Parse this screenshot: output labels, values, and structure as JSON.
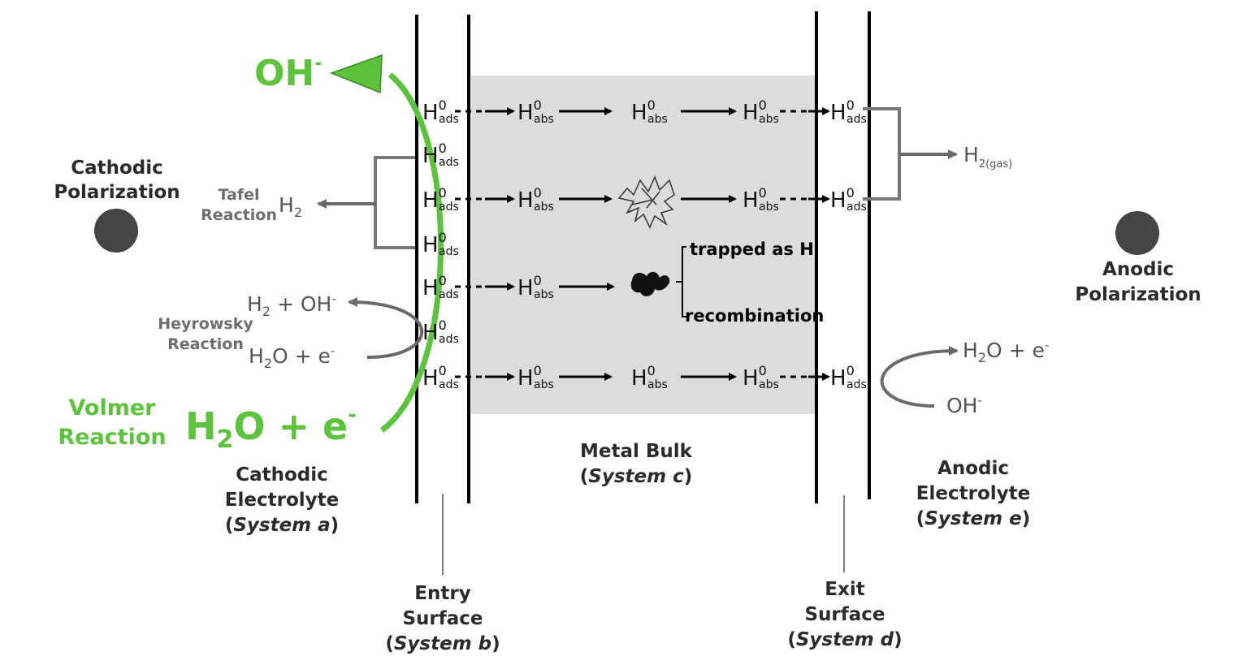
{
  "left_pole": {
    "title_line1": "Cathodic",
    "title_line2": "Polarization"
  },
  "right_pole": {
    "title_line1": "Anodic",
    "title_line2": "Polarization"
  },
  "tafel": {
    "line1": "Tafel",
    "line2": "Reaction",
    "product": "H",
    "product_sub": "2"
  },
  "heyrowsky": {
    "line1": "Heyrowsky",
    "line2": "Reaction",
    "product": "H",
    "product_sub": "2",
    "product_rest": " + OH",
    "product_sup": "-",
    "reactant": "H",
    "reactant_sub": "2",
    "reactant_rest": "O + e",
    "reactant_sup": "-"
  },
  "volmer": {
    "line1": "Volmer",
    "line2": "Reaction",
    "reactant": "H",
    "reactant_sub": "2",
    "reactant_rest": "O + e",
    "reactant_sup": "-",
    "product": "OH",
    "product_sup": "-"
  },
  "species": {
    "symbol": "H",
    "sup": "0",
    "ads": "ads",
    "abs": "abs"
  },
  "trapping": {
    "upper": "trapped as H",
    "lower": "recombination"
  },
  "exit_gas": {
    "symbol": "H",
    "sub": "2(gas)"
  },
  "anodic_reaction": {
    "product": "H",
    "product_sub": "2",
    "product_rest": "O + e",
    "product_sup": "-",
    "reactant": "OH",
    "reactant_sup": "-"
  },
  "regions": {
    "cathodic_electrolyte": {
      "line1": "Cathodic",
      "line2": "Electrolyte",
      "line3_prefix": "(",
      "line3_italic": "System a",
      "line3_suffix": ")"
    },
    "metal_bulk": {
      "line1": "Metal Bulk",
      "line2_prefix": "(",
      "line2_italic": "System c",
      "line2_suffix": ")"
    },
    "anodic_electrolyte": {
      "line1": "Anodic",
      "line2": "Electrolyte",
      "line3_prefix": "(",
      "line3_italic": "System e",
      "line3_suffix": ")"
    },
    "entry_surface": {
      "line1": "Entry",
      "line2": "Surface",
      "line3_prefix": "(",
      "line3_italic": "System b",
      "line3_suffix": ")"
    },
    "exit_surface": {
      "line1": "Exit",
      "line2": "Surface",
      "line3_prefix": "(",
      "line3_italic": "System d",
      "line3_suffix": ")"
    }
  },
  "colors": {
    "volmer_green": "#5cc43c",
    "bulk_gray": "#dcdcdc",
    "dark_gray": "#6a6a6a",
    "pole": "#454545"
  }
}
